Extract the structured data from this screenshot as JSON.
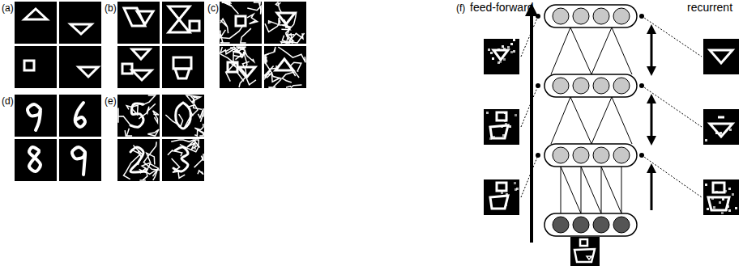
{
  "diagram": {
    "labels": [
      "(a)",
      "(b)",
      "(c)",
      "(d)",
      "(e)",
      "(f)",
      "feed-forward",
      "recurrent"
    ]
  }
}
